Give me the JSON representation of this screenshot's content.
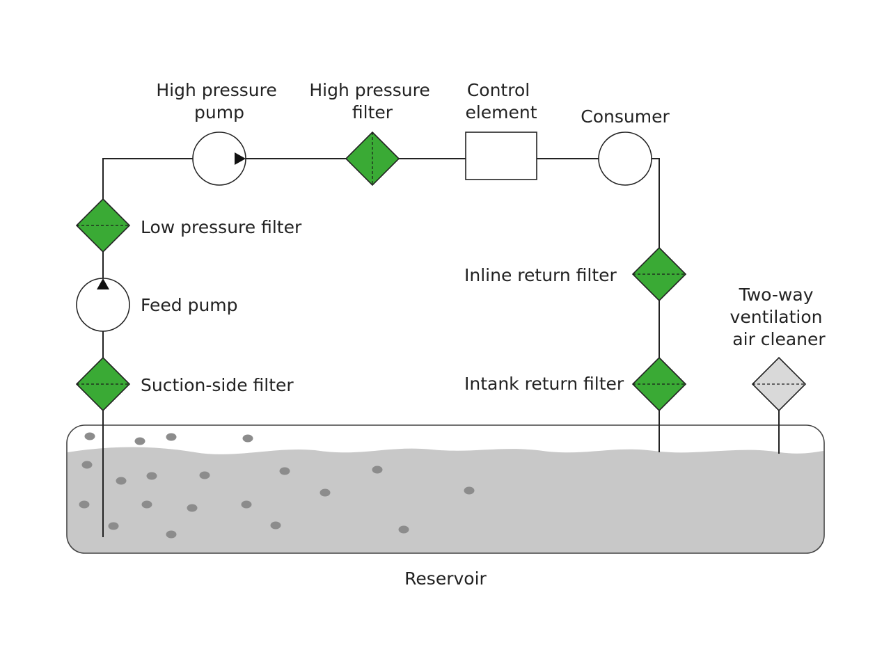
{
  "labels": {
    "high_pressure_pump": [
      "High pressure",
      "pump"
    ],
    "high_pressure_filter": [
      "High pressure",
      "filter"
    ],
    "control_element": [
      "Control",
      "element"
    ],
    "consumer": "Consumer",
    "low_pressure_filter": "Low pressure filter",
    "feed_pump": "Feed pump",
    "suction_side_filter": "Suction-side filter",
    "inline_return_filter": "Inline return filter",
    "intank_return_filter": "Intank return filter",
    "ventilation_air_cleaner": [
      "Two-way",
      "ventilation",
      "air cleaner"
    ],
    "reservoir": "Reservoir"
  },
  "colors": {
    "filter_fill": "#3aaa35",
    "air_cleaner_fill": "#d9d9d9",
    "fluid_fill": "#c8c8c8",
    "particle_fill": "#8c8c8c",
    "line": "#222222"
  }
}
